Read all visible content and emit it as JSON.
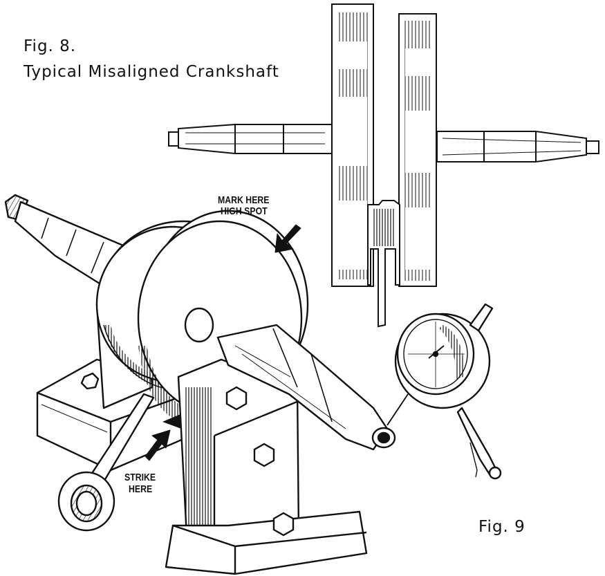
{
  "captions": {
    "fig8_title": "Fig. 8.",
    "fig8_subtitle": "Typical Misaligned Crankshaft",
    "fig9_title": "Fig. 9"
  },
  "callouts": {
    "mark_line1": "MARK HERE",
    "mark_line2": "HIGH SPOT",
    "strike_line1": "STRIKE",
    "strike_line2": "HERE"
  },
  "colors": {
    "ink": "#111111",
    "paper": "#ffffff"
  }
}
